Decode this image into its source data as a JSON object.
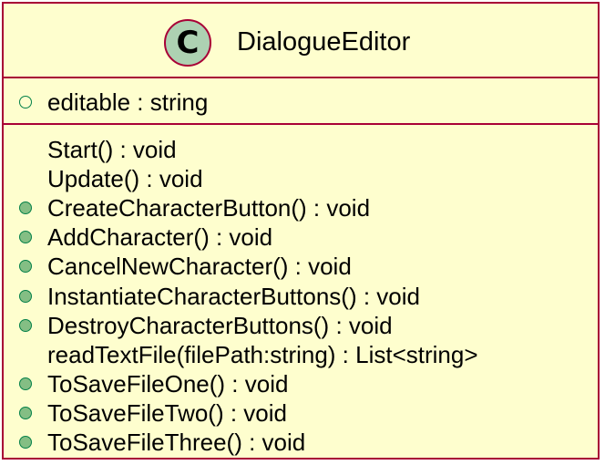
{
  "class": {
    "icon_letter": "C",
    "name": "DialogueEditor",
    "colors": {
      "fill": "#FEFECE",
      "border": "#A80036",
      "icon_fill": "#ADD1B2",
      "visibility_border": "#038048",
      "visibility_fill": "#84BE84"
    },
    "fields": [
      {
        "text": "editable : string",
        "visibility": "public-field"
      }
    ],
    "methods": [
      {
        "text": "Start() : void",
        "visibility": "none"
      },
      {
        "text": "Update() : void",
        "visibility": "none"
      },
      {
        "text": "CreateCharacterButton() : void",
        "visibility": "public-method"
      },
      {
        "text": "AddCharacter() : void",
        "visibility": "public-method"
      },
      {
        "text": "CancelNewCharacter() : void",
        "visibility": "public-method"
      },
      {
        "text": "InstantiateCharacterButtons() : void",
        "visibility": "public-method"
      },
      {
        "text": "DestroyCharacterButtons() : void",
        "visibility": "public-method"
      },
      {
        "text": "readTextFile(filePath:string) : List<string>",
        "visibility": "none"
      },
      {
        "text": "ToSaveFileOne() : void",
        "visibility": "public-method"
      },
      {
        "text": "ToSaveFileTwo() : void",
        "visibility": "public-method"
      },
      {
        "text": "ToSaveFileThree() : void",
        "visibility": "public-method"
      }
    ]
  }
}
